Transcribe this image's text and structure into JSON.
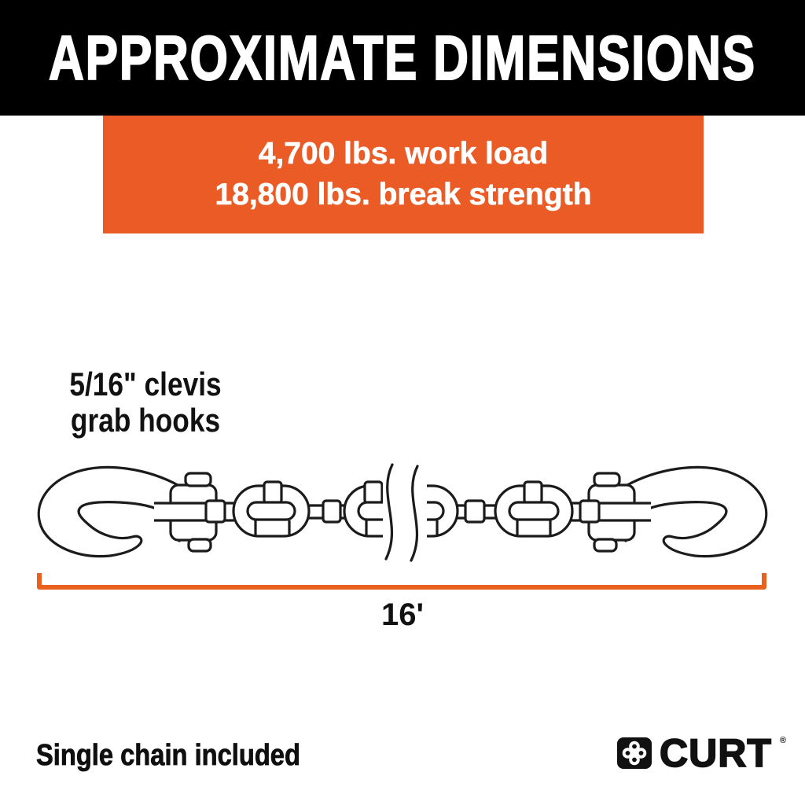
{
  "header": {
    "title": "APPROXIMATE DIMENSIONS",
    "bg_color": "#000000",
    "text_color": "#ffffff"
  },
  "spec_banner": {
    "line1": "4,700 lbs. work load",
    "line2": "18,800 lbs. break strength",
    "bg_color": "#EA5B26",
    "text_color": "#ffffff"
  },
  "diagram": {
    "hook_label": {
      "line1": "5/16\" clevis",
      "line2": "grab hooks"
    },
    "illustration": "chain-with-clevis-grab-hooks-and-break-symbol",
    "length_label": "16'",
    "dimension_line_color": "#E8611F",
    "line_art_color": "#1b1b1b"
  },
  "footer": {
    "note": "Single chain included",
    "brand": "CURT",
    "registered_mark": "®",
    "logo_icon": "curt-chain-links-logo"
  }
}
